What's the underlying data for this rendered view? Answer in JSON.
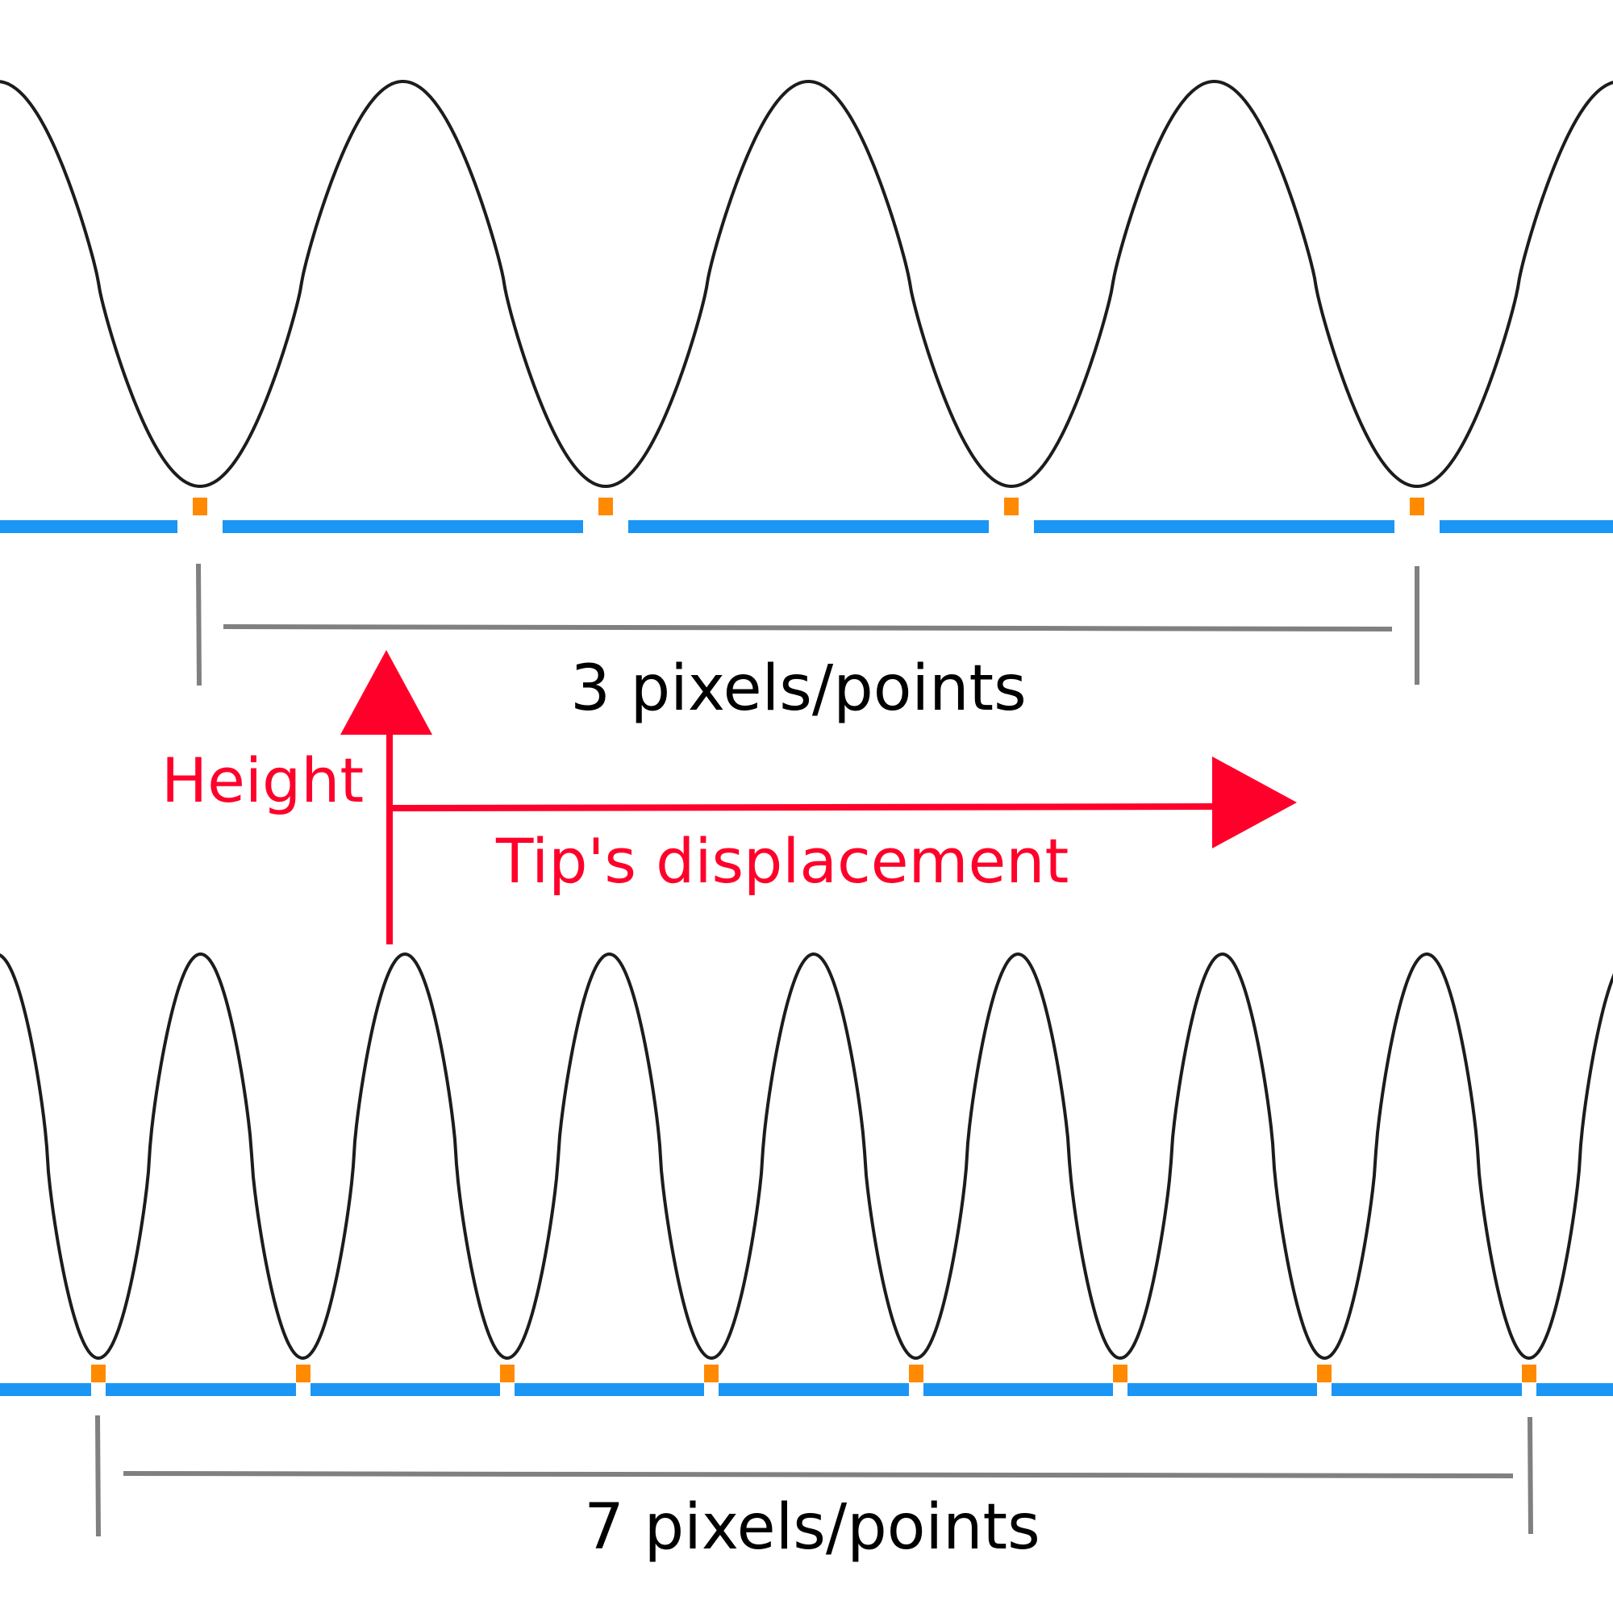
{
  "colors": {
    "wave": "#1c1c1c",
    "baseline": "#1b96f4",
    "marker": "#ff8a00",
    "scale": "#808080",
    "scale_text": "#000000",
    "axis": "#ff002b"
  },
  "panels": [
    {
      "id": "top",
      "scale_label": "3 pixels/points",
      "spacing_points": 3
    },
    {
      "id": "bottom",
      "scale_label": "7 pixels/points",
      "spacing_points": 7
    }
  ],
  "axes": {
    "vertical_label": "Height",
    "horizontal_label": "Tip's displacement"
  }
}
